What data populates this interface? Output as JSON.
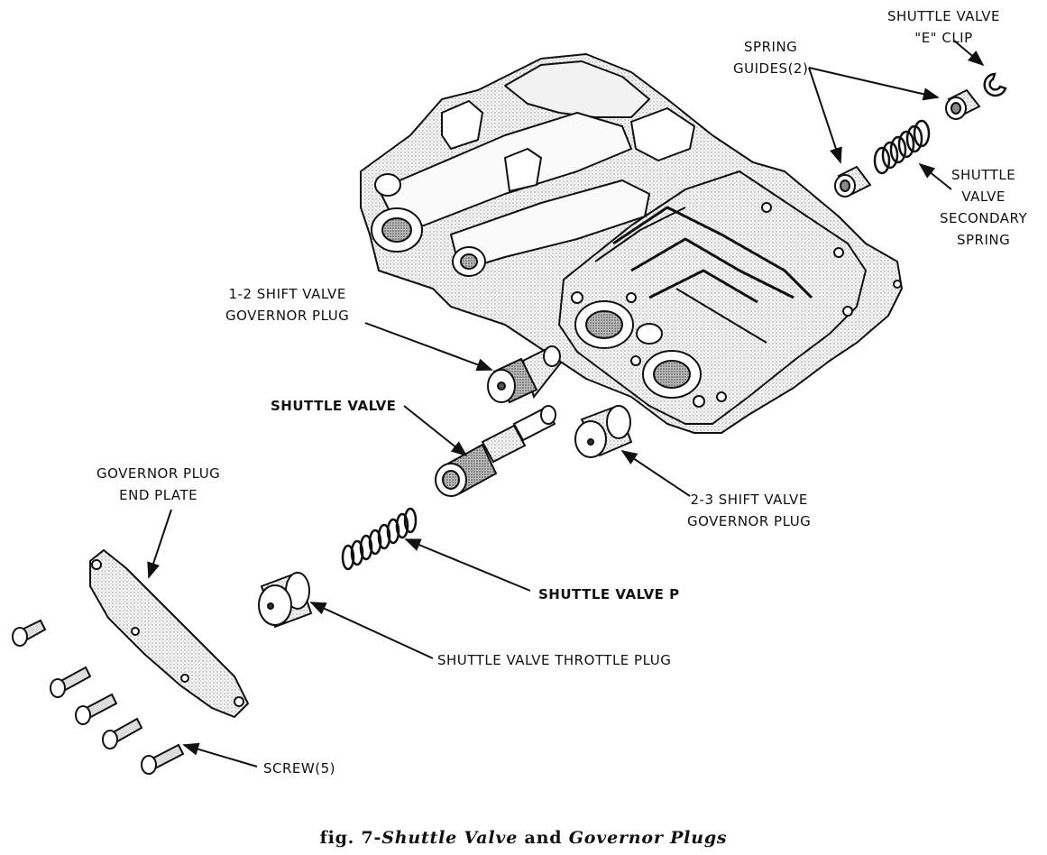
{
  "labels": {
    "shuttle_valve_e_clip": [
      "SHUTTLE VALVE",
      "\"E\" CLIP"
    ],
    "spring_guides": [
      "SPRING",
      "GUIDES(2)"
    ],
    "shuttle_valve_secondary_spring": [
      "SHUTTLE",
      "VALVE",
      "SECONDARY",
      "SPRING"
    ],
    "shift_12_governor_plug": [
      "1-2 SHIFT VALVE",
      "GOVERNOR PLUG"
    ],
    "shuttle_valve": "SHUTTLE VALVE",
    "shift_23_governor_plug": [
      "2-3 SHIFT VALVE",
      "GOVERNOR PLUG"
    ],
    "governor_plug_end_plate": [
      "GOVERNOR PLUG",
      "END PLATE"
    ],
    "shuttle_valve_p": "SHUTTLE VALVE P",
    "shuttle_valve_throttle_plug": "SHUTTLE VALVE THROTTLE PLUG",
    "screw": "SCREW(5)"
  },
  "caption": {
    "prefix": "fig. 7-",
    "part1": "Shuttle Valve",
    "middle": " and ",
    "part2": "Governor Plugs"
  }
}
